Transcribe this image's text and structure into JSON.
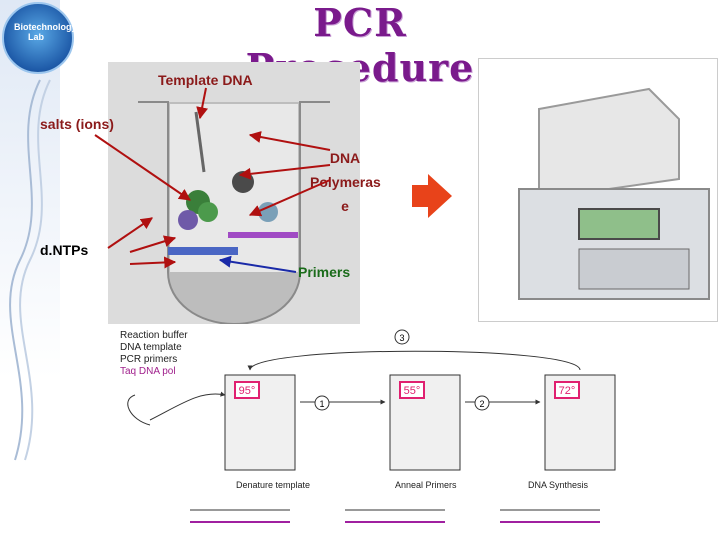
{
  "title": "PCR Procedure",
  "logo": {
    "text": "Biotechnology Lab",
    "icon": "lab-logo-icon"
  },
  "tube_labels": {
    "template_dna": "Template DNA",
    "salts": "salts (ions)",
    "polymerase": "DNA Polymeras e",
    "dntps": "d.NTPs",
    "primers": "Primers"
  },
  "reaction_list": [
    "Reaction buffer",
    "DNA template",
    "PCR primers",
    "Taq DNA pol"
  ],
  "steps": [
    {
      "temp": "95°",
      "label": "Denature template"
    },
    {
      "temp": "55°",
      "label": "Anneal Primers"
    },
    {
      "temp": "72°",
      "label": "DNA Synthesis"
    }
  ],
  "cycle_numbers": [
    "1",
    "2",
    "3"
  ],
  "colors": {
    "title": "#7a1a8c",
    "arrow": "#e8431a",
    "red_label": "#8b1a1a"
  }
}
